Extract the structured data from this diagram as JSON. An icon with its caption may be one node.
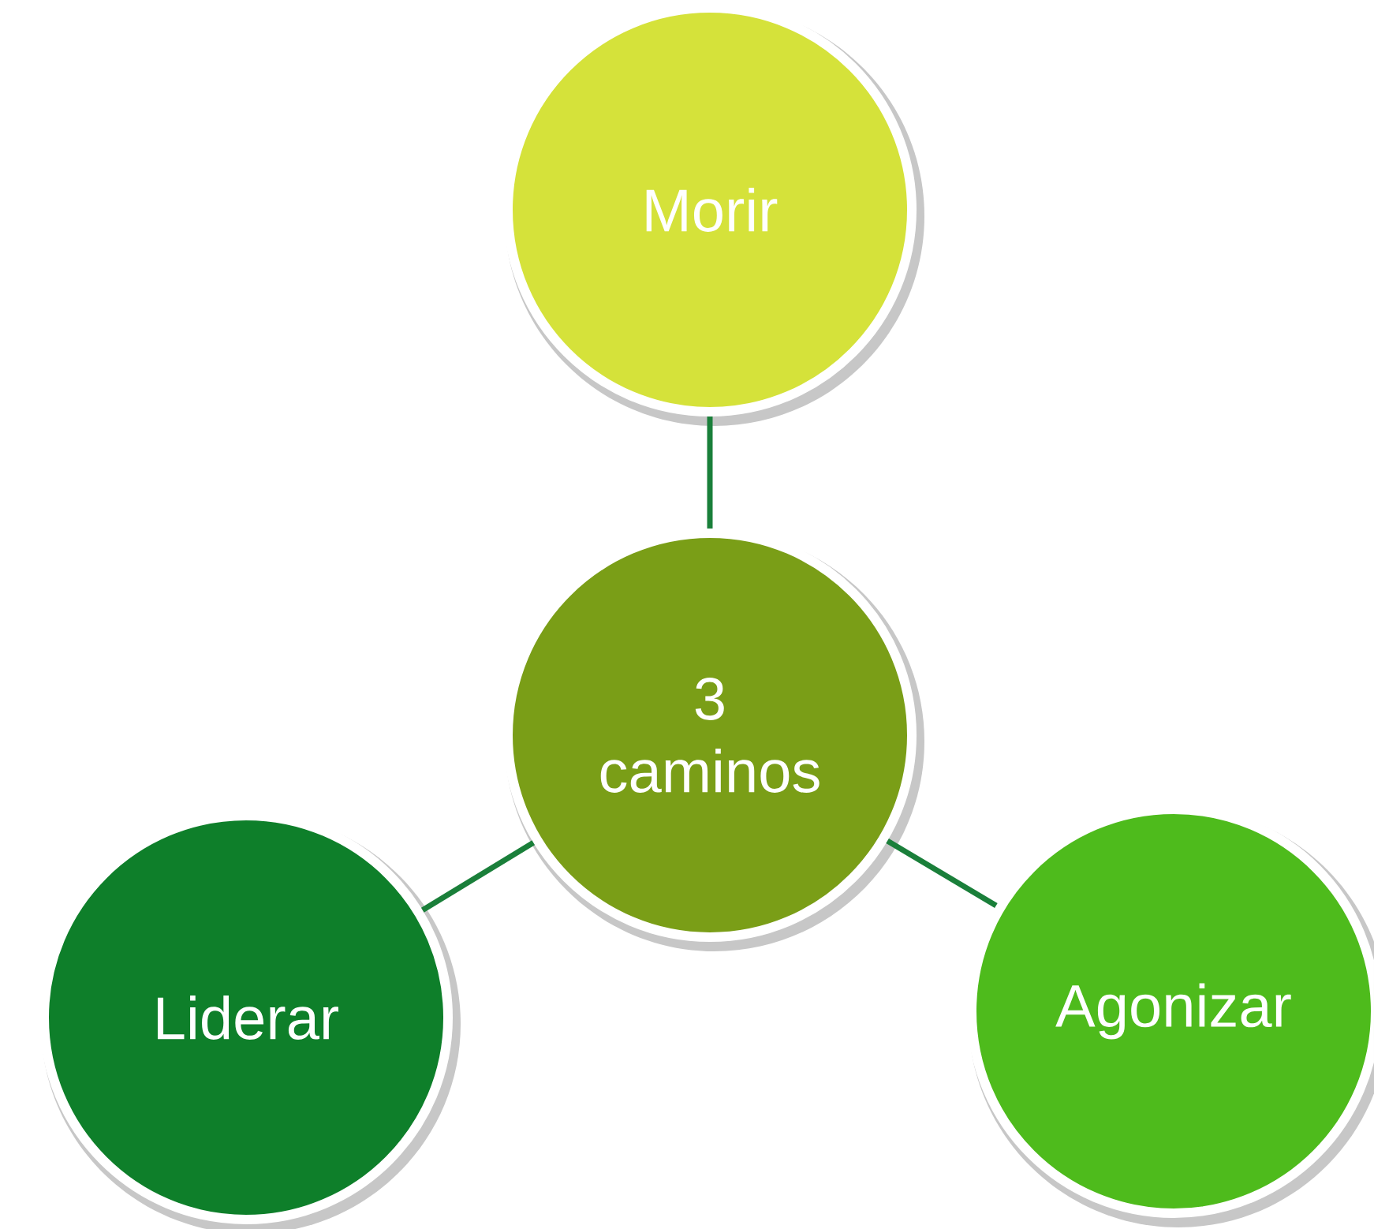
{
  "diagram": {
    "nodes": [
      {
        "text": [
          "Morir"
        ]
      },
      {
        "text": [
          "3 caminos"
        ]
      },
      {
        "text": [
          "Liderar"
        ]
      },
      {
        "text": [
          "Agonizar"
        ]
      }
    ],
    "edges": [
      {
        "from": 1,
        "to": 0,
        "arrow": "none"
      },
      {
        "from": 1,
        "to": 2,
        "arrow": "none"
      },
      {
        "from": 1,
        "to": 3,
        "arrow": "none"
      }
    ]
  }
}
